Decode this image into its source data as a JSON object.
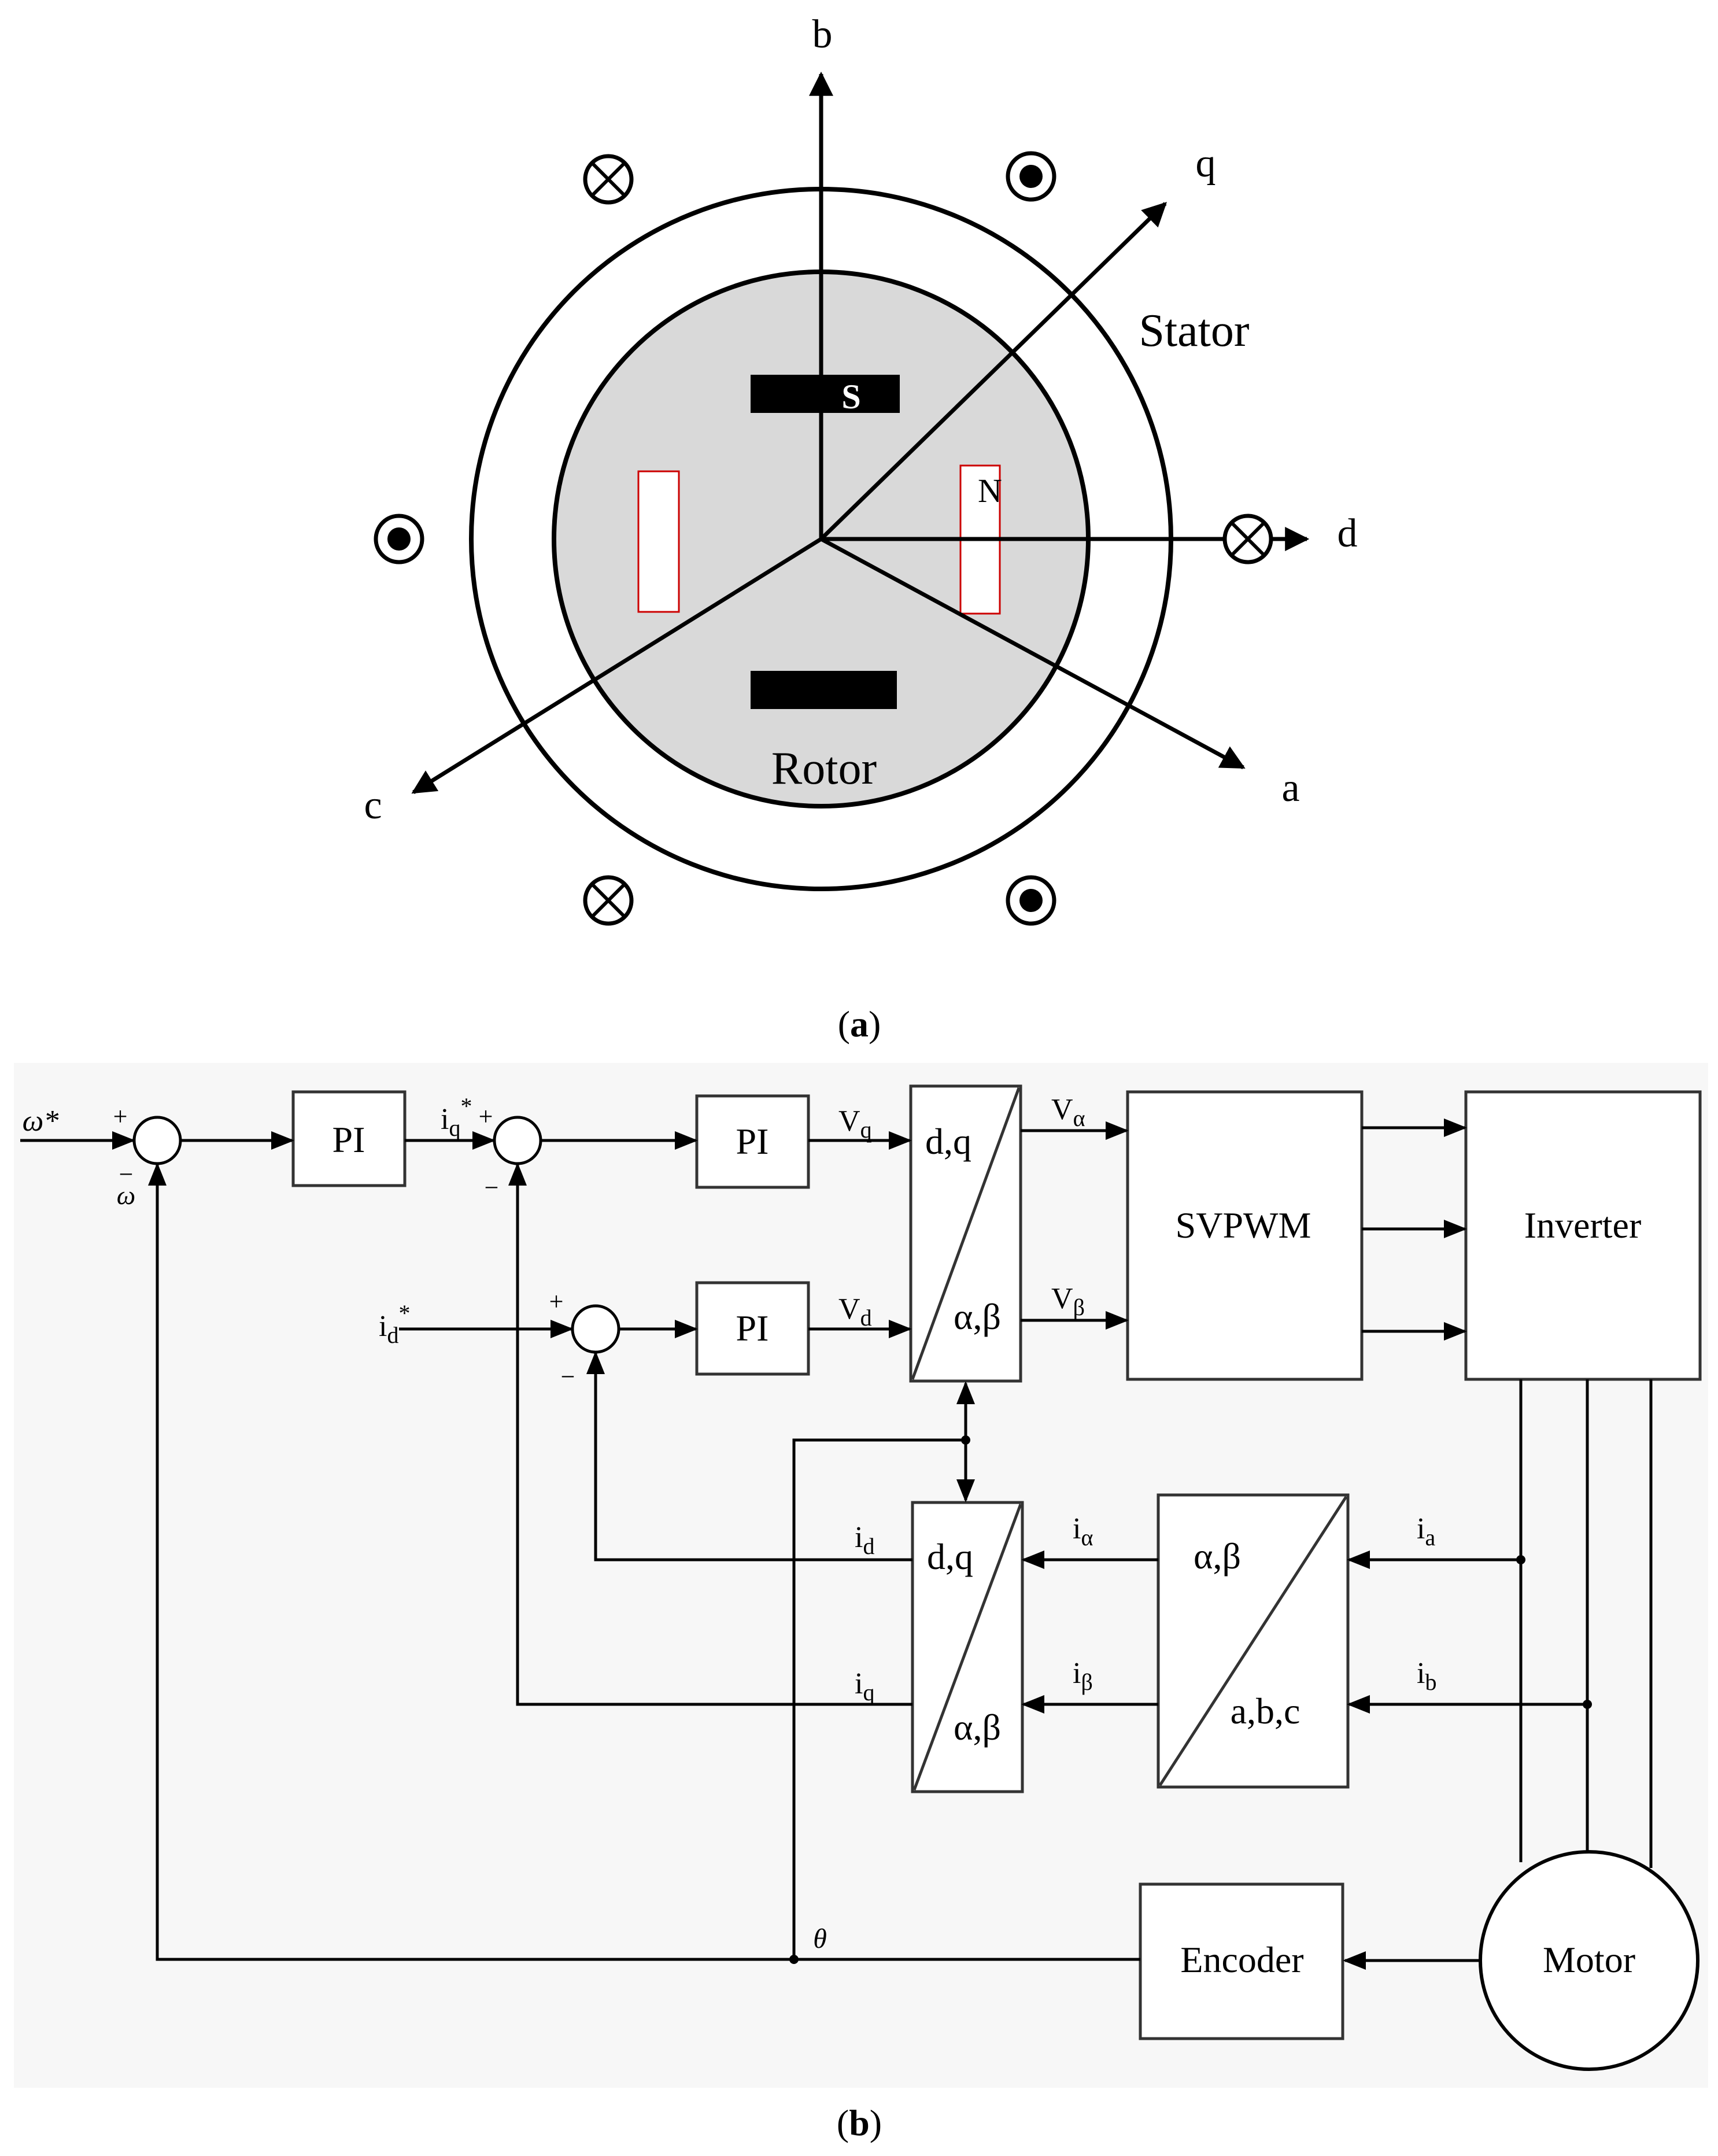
{
  "figure_a": {
    "axes": {
      "b": "b",
      "q": "q",
      "d": "d",
      "a": "a",
      "c": "c"
    },
    "labels": {
      "stator": "Stator",
      "rotor": "Rotor",
      "pole_s": "S",
      "pole_n": "N"
    },
    "caption_open": "(",
    "caption_letter": "a",
    "caption_close": ")",
    "colors": {
      "rotor_fill": "#d9d9d9",
      "magnet_outline": "#cc0000"
    }
  },
  "figure_b": {
    "blocks": {
      "pi": "PI",
      "svpwm": "SVPWM",
      "inverter": "Inverter",
      "encoder": "Encoder",
      "motor": "Motor",
      "dq": "d,q",
      "ab": "α,β",
      "abc": "a,b,c"
    },
    "signals": {
      "omega_ref": "ω*",
      "omega": "ω",
      "iq_ref_main": "i",
      "iq_ref_sub": "q",
      "ref_star": "*",
      "id_ref_main": "i",
      "id_ref_sub": "d",
      "v_main": "V",
      "vq_sub": "q",
      "vd_sub": "d",
      "valpha_sub": "α",
      "vbeta_sub": "β",
      "i_main": "i",
      "id_sub": "d",
      "iq_sub": "q",
      "ialpha_sub": "α",
      "ibeta_sub": "β",
      "ia_sub": "a",
      "ib_sub": "b",
      "theta": "θ"
    },
    "signs": {
      "plus": "+",
      "minus": "−"
    },
    "caption_open": "(",
    "caption_letter": "b",
    "caption_close": ")"
  }
}
